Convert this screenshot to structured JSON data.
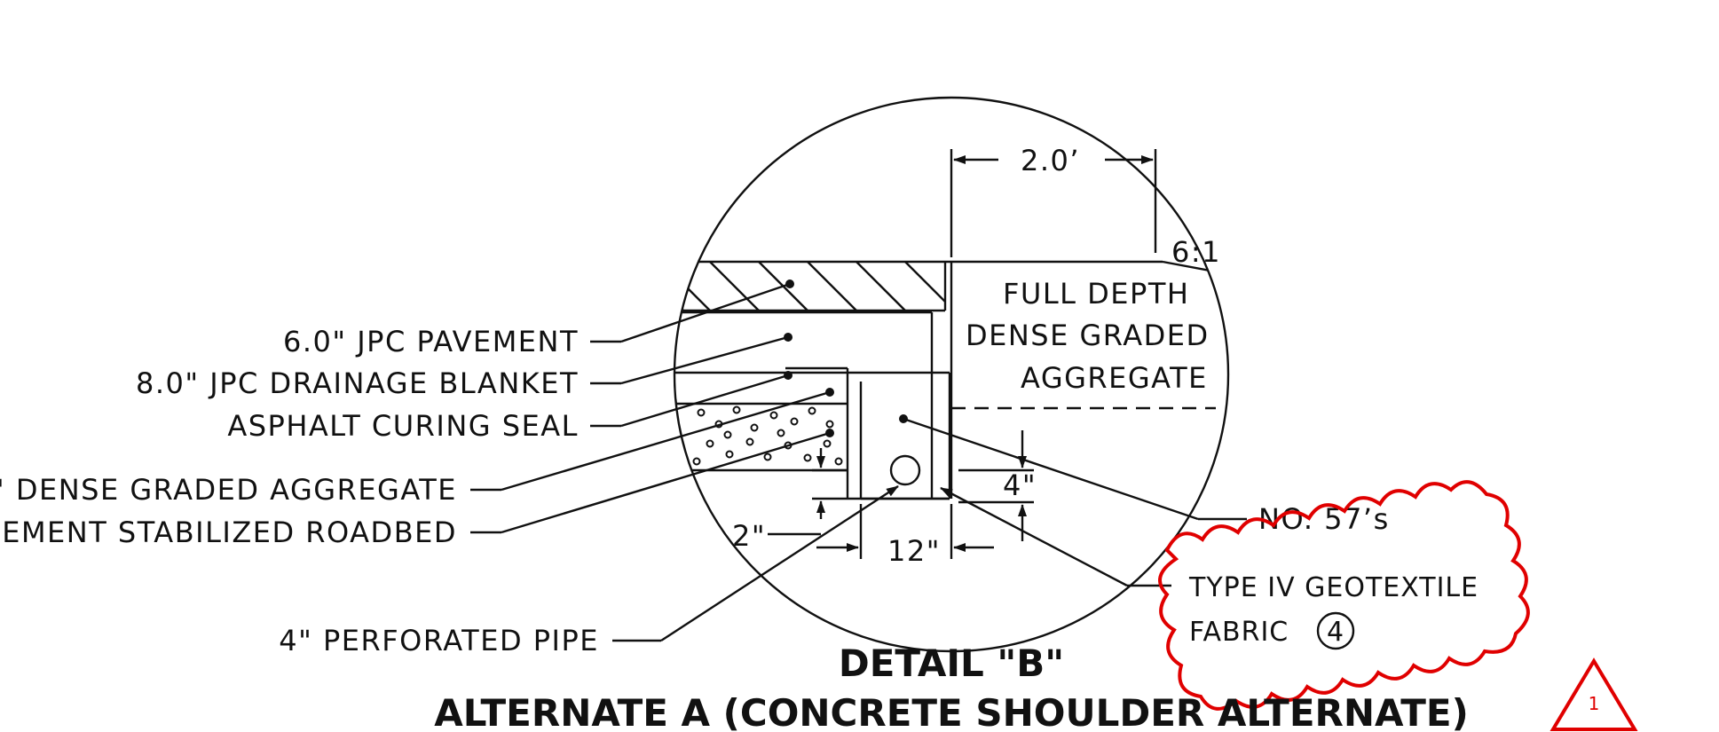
{
  "labels": {
    "jpc_pavement": "6.0\" JPC PAVEMENT",
    "drainage_blanket": "8.0\" JPC DRAINAGE BLANKET",
    "curing_seal": "ASPHALT CURING SEAL",
    "dense_graded": "0\" DENSE GRADED AGGREGATE",
    "roadbed": "EMENT STABILIZED ROADBED",
    "perforated_pipe": "4\" PERFORATED PIPE",
    "full_depth_1": "FULL DEPTH",
    "full_depth_2": "DENSE GRADED",
    "full_depth_3": "AGGREGATE",
    "no57": "NO. 57’s",
    "geotextile_1": "TYPE IV GEOTEXTILE",
    "geotextile_2": "FABRIC"
  },
  "dimensions": {
    "width_top": "2.0’",
    "slope": "6:1",
    "depth_4": "4\"",
    "offset_2": "2\"",
    "width_12": "12\""
  },
  "callout_number": "4",
  "revision_mark": "1",
  "titles": {
    "detail": "DETAIL \"B\"",
    "alternate": "ALTERNATE A  (CONCRETE SHOULDER ALTERNATE)"
  },
  "colors": {
    "line": "#111111",
    "revision": "#e00000"
  }
}
